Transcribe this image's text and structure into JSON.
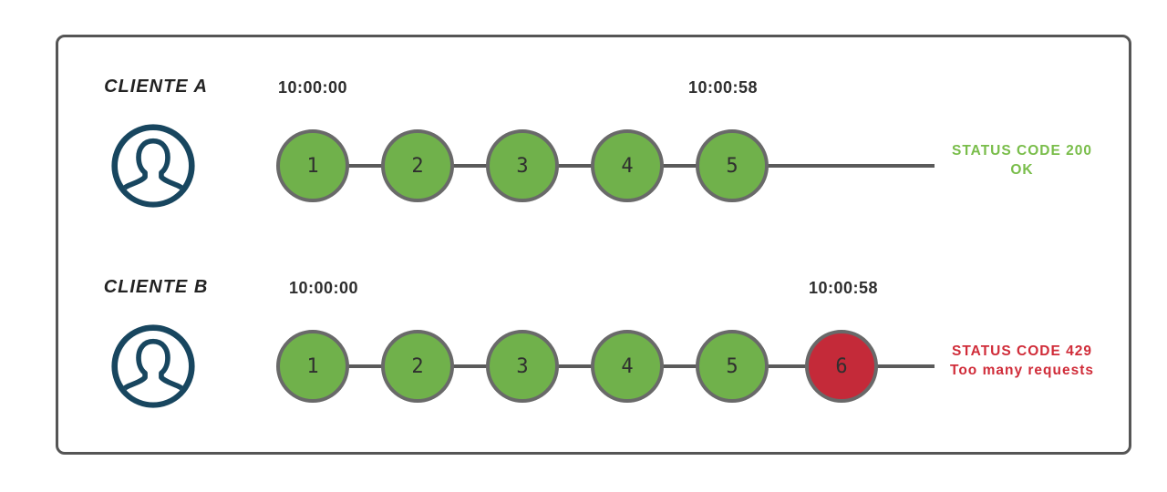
{
  "diagram": {
    "rows": [
      {
        "client_label": "CLIENTE A",
        "start_time": "10:00:00",
        "end_time": "10:00:58",
        "requests": [
          {
            "label": "1",
            "state": "ok"
          },
          {
            "label": "2",
            "state": "ok"
          },
          {
            "label": "3",
            "state": "ok"
          },
          {
            "label": "4",
            "state": "ok"
          },
          {
            "label": "5",
            "state": "ok"
          }
        ],
        "status": {
          "line1": "STATUS CODE 200",
          "line2": "OK",
          "type": "ok"
        }
      },
      {
        "client_label": "CLIENTE B",
        "start_time": "10:00:00",
        "end_time": "10:00:58",
        "requests": [
          {
            "label": "1",
            "state": "ok"
          },
          {
            "label": "2",
            "state": "ok"
          },
          {
            "label": "3",
            "state": "ok"
          },
          {
            "label": "4",
            "state": "ok"
          },
          {
            "label": "5",
            "state": "ok"
          },
          {
            "label": "6",
            "state": "error"
          }
        ],
        "status": {
          "line1": "STATUS CODE 429",
          "line2": "Too many requests",
          "type": "error"
        }
      }
    ],
    "colors": {
      "ok": "#70b14b",
      "error": "#c42a39",
      "status_ok_text": "#79bd4a",
      "status_error_text": "#d02c39",
      "circle_border": "#696969",
      "line": "#5a5a5a",
      "avatar": "#18465f",
      "frame_border": "#555555",
      "timestamp_text": "#2e2e2e",
      "label_text": "#222222"
    },
    "icons": {
      "avatar": "user-avatar-icon"
    }
  }
}
